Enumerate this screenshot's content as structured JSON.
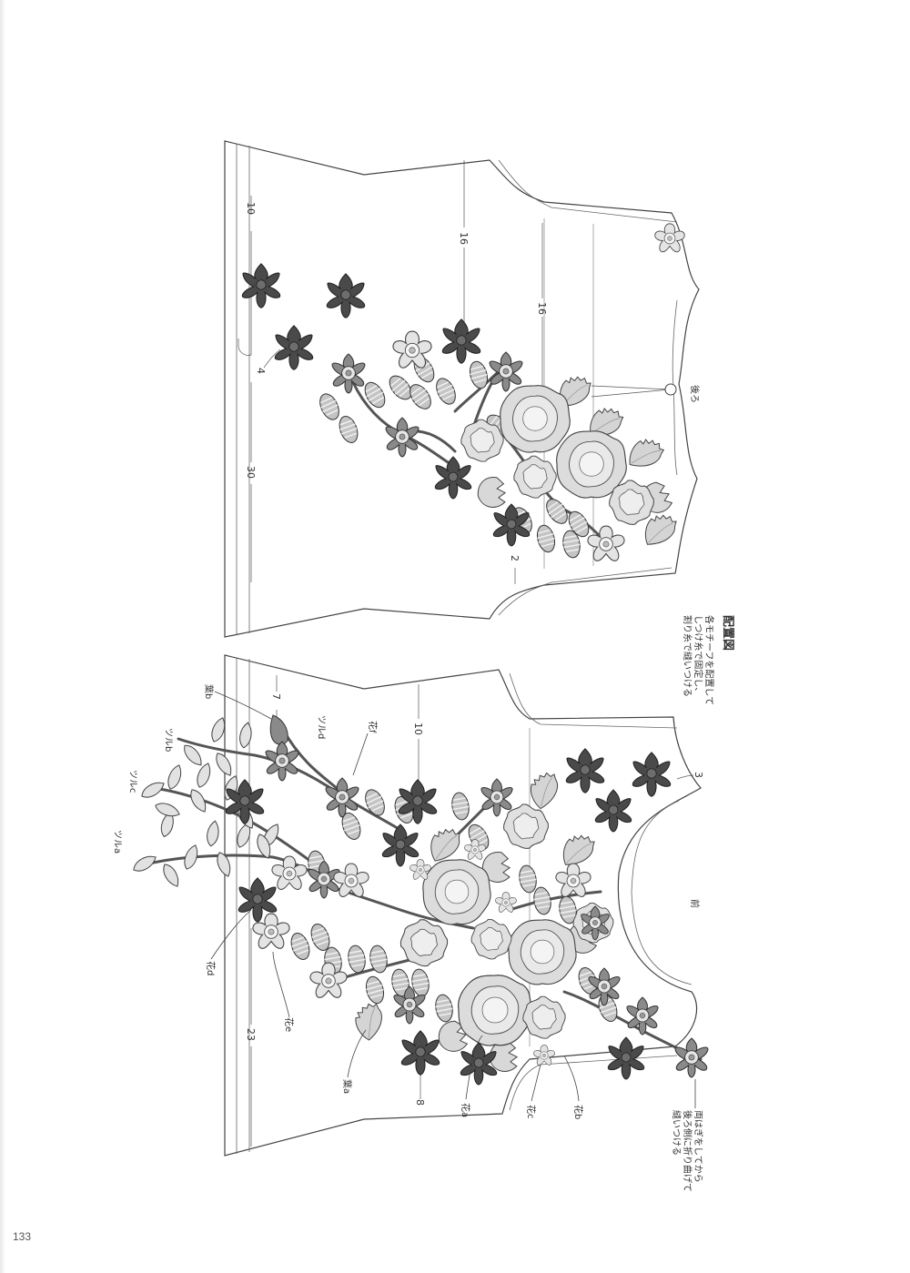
{
  "diagram": {
    "title": "配置図",
    "instructions": [
      "各モチーフを配置して",
      "しつけ糸で固定し、",
      "割り糸で縫いつける"
    ],
    "back_piece": {
      "label": "後ろ",
      "dimensions": [
        "10",
        "16",
        "16",
        "4",
        "30",
        "2"
      ]
    },
    "front_piece": {
      "label": "前",
      "dimensions": [
        "7",
        "10",
        "3",
        "23",
        "8"
      ],
      "callouts": {
        "leaf_b": "葉b",
        "vine_d": "ツルd",
        "vine_b": "ツルb",
        "vine_c": "ツルc",
        "vine_a": "ツルa",
        "flower_f": "花f",
        "flower_d": "花d",
        "flower_e": "花e",
        "leaf_a": "葉a",
        "flower_a": "花a",
        "flower_c": "花c",
        "flower_b": "花b"
      },
      "bottom_note": [
        "両はぎをしてから",
        "後ろ側に折り曲げて",
        "縫いつける"
      ]
    }
  },
  "page_number": "133",
  "colors": {
    "dark_flower": "#4a4a4a",
    "mid_flower": "#8a8a8a",
    "light_flower": "#d2d2d2",
    "leaf": "#bdbdbd",
    "outline": "#444444"
  }
}
